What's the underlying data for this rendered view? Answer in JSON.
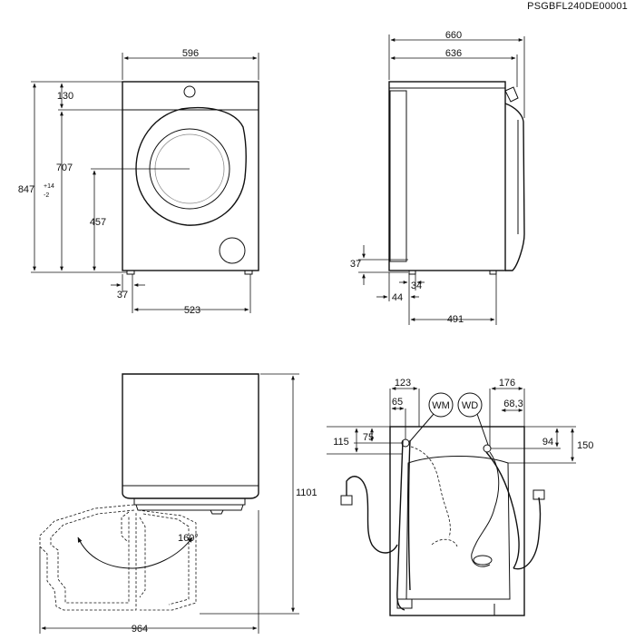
{
  "document_code": "PSGBFL240DE00001",
  "front_view": {
    "width": "596",
    "top_panel": "130",
    "drum_center_height": "707",
    "total_height": "847",
    "total_height_tol_plus": "+14",
    "total_height_tol_minus": "-2",
    "door_bottom_height": "457",
    "foot_offset": "37",
    "foot_spacing": "523"
  },
  "side_view": {
    "depth_total": "660",
    "depth_body": "636",
    "foot_height": "37",
    "foot_width": "34",
    "foot_offset": "44",
    "foot_spacing": "491"
  },
  "door_view": {
    "height_open": "1101",
    "depth_open": "964",
    "angle": "160°"
  },
  "rear_view": {
    "label_wm": "WM",
    "label_wd": "WD",
    "wm_offset": "123",
    "wm_inner": "65",
    "wd_offset": "176",
    "wd_inner": "68,3",
    "wm_height_a": "115",
    "wm_height_b": "75",
    "wd_height_a": "94",
    "wd_height_b": "150"
  }
}
